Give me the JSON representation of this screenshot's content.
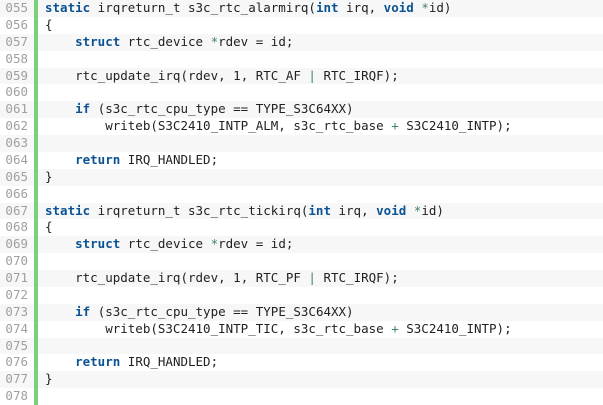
{
  "editor": {
    "name": "source-code-viewer",
    "language": "C",
    "colors": {
      "background": "#ffffff",
      "stripe_background": "#f7f7f7",
      "gutter_text": "#a0a0a0",
      "gutter_accent": "#7ad17a",
      "keyword": "#0b5394",
      "plain_text": "#222222",
      "operator": "#3f7f6f"
    },
    "first_line_number": "055",
    "last_line_number": "078",
    "lines": [
      {
        "number": "055",
        "text": "static irqreturn_t s3c_rtc_alarmirq(int irq, void *id)",
        "tokens": [
          {
            "t": "static",
            "c": "kw"
          },
          {
            "t": " irqreturn_t s3c_rtc_alarmirq(",
            "c": "plain"
          },
          {
            "t": "int",
            "c": "kw"
          },
          {
            "t": " irq, ",
            "c": "plain"
          },
          {
            "t": "void",
            "c": "kw"
          },
          {
            "t": " ",
            "c": "plain"
          },
          {
            "t": "*",
            "c": "op"
          },
          {
            "t": "id)",
            "c": "plain"
          }
        ]
      },
      {
        "number": "056",
        "text": "{",
        "tokens": [
          {
            "t": "{",
            "c": "punct"
          }
        ]
      },
      {
        "number": "057",
        "text": "    struct rtc_device *rdev = id;",
        "tokens": [
          {
            "t": "    ",
            "c": "plain"
          },
          {
            "t": "struct",
            "c": "kw"
          },
          {
            "t": " rtc_device ",
            "c": "plain"
          },
          {
            "t": "*",
            "c": "op"
          },
          {
            "t": "rdev = id;",
            "c": "plain"
          }
        ]
      },
      {
        "number": "058",
        "text": "",
        "tokens": []
      },
      {
        "number": "059",
        "text": "    rtc_update_irq(rdev, 1, RTC_AF | RTC_IRQF);",
        "tokens": [
          {
            "t": "    rtc_update_irq(rdev, ",
            "c": "plain"
          },
          {
            "t": "1",
            "c": "num"
          },
          {
            "t": ", RTC_AF ",
            "c": "plain"
          },
          {
            "t": "|",
            "c": "op"
          },
          {
            "t": " RTC_IRQF);",
            "c": "plain"
          }
        ]
      },
      {
        "number": "060",
        "text": "",
        "tokens": []
      },
      {
        "number": "061",
        "text": "    if (s3c_rtc_cpu_type == TYPE_S3C64XX)",
        "tokens": [
          {
            "t": "    ",
            "c": "plain"
          },
          {
            "t": "if",
            "c": "kw"
          },
          {
            "t": " (s3c_rtc_cpu_type == TYPE_S3C64XX)",
            "c": "plain"
          }
        ]
      },
      {
        "number": "062",
        "text": "        writeb(S3C2410_INTP_ALM, s3c_rtc_base + S3C2410_INTP);",
        "tokens": [
          {
            "t": "        writeb(S3C2410_INTP_ALM, s3c_rtc_base ",
            "c": "plain"
          },
          {
            "t": "+",
            "c": "op"
          },
          {
            "t": " S3C2410_INTP);",
            "c": "plain"
          }
        ]
      },
      {
        "number": "063",
        "text": "",
        "tokens": []
      },
      {
        "number": "064",
        "text": "    return IRQ_HANDLED;",
        "tokens": [
          {
            "t": "    ",
            "c": "plain"
          },
          {
            "t": "return",
            "c": "kw"
          },
          {
            "t": " IRQ_HANDLED;",
            "c": "plain"
          }
        ]
      },
      {
        "number": "065",
        "text": "}",
        "tokens": [
          {
            "t": "}",
            "c": "punct"
          }
        ]
      },
      {
        "number": "066",
        "text": "",
        "tokens": []
      },
      {
        "number": "067",
        "text": "static irqreturn_t s3c_rtc_tickirq(int irq, void *id)",
        "tokens": [
          {
            "t": "static",
            "c": "kw"
          },
          {
            "t": " irqreturn_t s3c_rtc_tickirq(",
            "c": "plain"
          },
          {
            "t": "int",
            "c": "kw"
          },
          {
            "t": " irq, ",
            "c": "plain"
          },
          {
            "t": "void",
            "c": "kw"
          },
          {
            "t": " ",
            "c": "plain"
          },
          {
            "t": "*",
            "c": "op"
          },
          {
            "t": "id)",
            "c": "plain"
          }
        ]
      },
      {
        "number": "068",
        "text": "{",
        "tokens": [
          {
            "t": "{",
            "c": "punct"
          }
        ]
      },
      {
        "number": "069",
        "text": "    struct rtc_device *rdev = id;",
        "tokens": [
          {
            "t": "    ",
            "c": "plain"
          },
          {
            "t": "struct",
            "c": "kw"
          },
          {
            "t": " rtc_device ",
            "c": "plain"
          },
          {
            "t": "*",
            "c": "op"
          },
          {
            "t": "rdev = id;",
            "c": "plain"
          }
        ]
      },
      {
        "number": "070",
        "text": "",
        "tokens": []
      },
      {
        "number": "071",
        "text": "    rtc_update_irq(rdev, 1, RTC_PF | RTC_IRQF);",
        "tokens": [
          {
            "t": "    rtc_update_irq(rdev, ",
            "c": "plain"
          },
          {
            "t": "1",
            "c": "num"
          },
          {
            "t": ", RTC_PF ",
            "c": "plain"
          },
          {
            "t": "|",
            "c": "op"
          },
          {
            "t": " RTC_IRQF);",
            "c": "plain"
          }
        ]
      },
      {
        "number": "072",
        "text": "",
        "tokens": []
      },
      {
        "number": "073",
        "text": "    if (s3c_rtc_cpu_type == TYPE_S3C64XX)",
        "tokens": [
          {
            "t": "    ",
            "c": "plain"
          },
          {
            "t": "if",
            "c": "kw"
          },
          {
            "t": " (s3c_rtc_cpu_type == TYPE_S3C64XX)",
            "c": "plain"
          }
        ]
      },
      {
        "number": "074",
        "text": "        writeb(S3C2410_INTP_TIC, s3c_rtc_base + S3C2410_INTP);",
        "tokens": [
          {
            "t": "        writeb(S3C2410_INTP_TIC, s3c_rtc_base ",
            "c": "plain"
          },
          {
            "t": "+",
            "c": "op"
          },
          {
            "t": " S3C2410_INTP);",
            "c": "plain"
          }
        ]
      },
      {
        "number": "075",
        "text": "",
        "tokens": []
      },
      {
        "number": "076",
        "text": "    return IRQ_HANDLED;",
        "tokens": [
          {
            "t": "    ",
            "c": "plain"
          },
          {
            "t": "return",
            "c": "kw"
          },
          {
            "t": " IRQ_HANDLED;",
            "c": "plain"
          }
        ]
      },
      {
        "number": "077",
        "text": "}",
        "tokens": [
          {
            "t": "}",
            "c": "punct"
          }
        ]
      },
      {
        "number": "078",
        "text": "",
        "tokens": []
      }
    ]
  }
}
